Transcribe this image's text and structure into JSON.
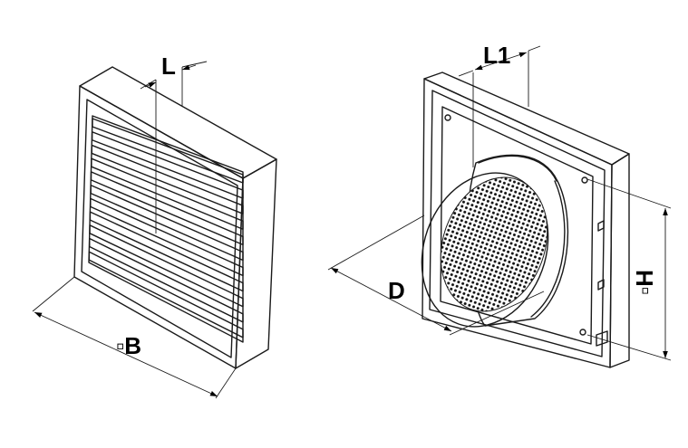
{
  "labels": {
    "left_depth": "L",
    "left_width": "▫B",
    "right_depth": "L1",
    "right_diameter": "D",
    "right_height": "▫H"
  },
  "louver_count": 11
}
